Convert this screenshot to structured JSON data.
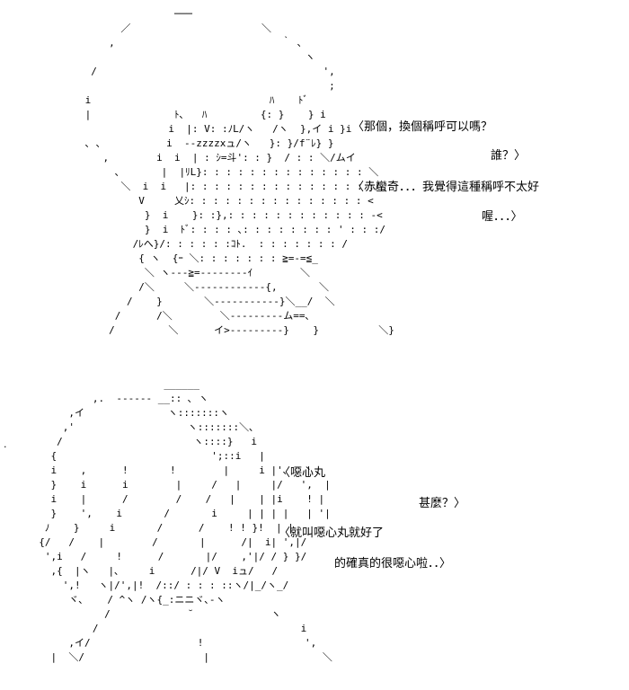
{
  "art": {
    "top": "                ───\n       ／                      ＼\n     ,                            ｀ ､\n                                      ヽ\n  /                                      ',\n                                          ;\n i                              ﾊ    ﾄﾞ\n |              ﾄ､   ﾊ         {: }    } i\n               i  |: V: :ﾉL/ヽ   /ヽ  },イ i }i\n ､ ､           i  ‐-zzzzxュ/ヽ   }: }/f¨ﾚ} }\n    ,        i  i  | : ｼ=斗': : }  / : : ＼/ムイ\n      ､       |  |ﾘL}: : : : : : : : : : : : : : ＼\n       ＼  i  i   |: : : : : : : : : : : : : : : :/\n          V     乂ｼ: : : : : : : : : : : : : : : <\n           }  i    }: :},: : : : : : : : : : : : -<\n           }  i  ﾄﾞ: : : : ､: : : : : : : : ' : : :/\n         /ﾚへ}/: : : : : :ｺﾄ.  : : : : : : : /\n          { ヽ  {ｰ ＼: : : : : : : ≧=-=≦_\n           ＼ ヽ‐‐‐≧=‐‐‐‐‐‐‐‐ｲ        ＼\n          /＼     ＼‐‐‐‐‐‐‐‐‐‐‐‐{,       ＼\n        /    }       ＼‐‐‐‐‐‐‐‐‐‐‐}＼__/  ＼\n      /      /＼        ＼‐‐‐‐‐‐‐‐‐ム==､\n     /         ＼      イ>‐‐‐‐‐‐‐‐‐}    }          ＼}",
    "bottom": "                       ______\n           ,.  ‐‐‐‐‐‐ __:: ､ ヽ\n       ,イ              ヽ:::::::ヽ\n      ,'                   ヽ:::::::＼､\n     /                      ヽ::::}   i\n    {                          ';::i   |\n    i    ,      !       !        |     i |'､   |\n    }    i      i        |     /   |     |/   ',  |\n    i    |      /        /    /   |    | |i    ! |\n    }    ',    i       /       i     | | | |   | '|\n   ﾉ    }     i       /      /    ! ! }!  | |\n  {/   /    |        /       |      /|  i| ',|/\n   ',i   /     !      /       |/    ,'|/ / } }/\n    ,{  |ヽ   |､     i      /|/ V  iュ/   /\n      ',!   ヽ|/',|!  /::/ : : : ::ヽ/|_/ヽ_/\n       ヾ､    / ^ヽ /ヽ{_:ニニヾ､‐ヽ\n             /             ˘             ヽ\n           /                                  i\n       ,イ/                  !                 ',\n    |  ＼/                    |                   ＼"
  },
  "dialogue": [
    "〈那個，換個稱呼可以嗎？",
    "誰？〉",
    "〈赤蠻奇．．．我覺得這種稱呼不太好",
    "喔．．．〉",
    "〈噁心丸",
    "甚麼？〉",
    "〈就叫噁心丸就好了",
    "的確真的很噁心啦．．〉"
  ],
  "stray_mark": "·"
}
